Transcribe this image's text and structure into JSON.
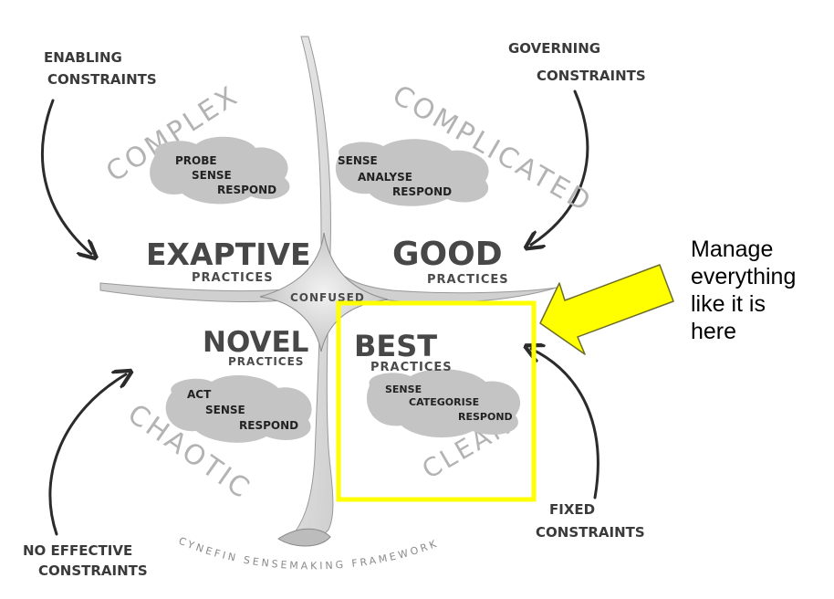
{
  "constraints": {
    "enabling": [
      "ENABLING",
      "CONSTRAINTS"
    ],
    "governing": [
      "GOVERNING",
      "CONSTRAINTS"
    ],
    "no_effective": [
      "NO EFFECTIVE",
      "CONSTRAINTS"
    ],
    "fixed": [
      "FIXED",
      "CONSTRAINTS"
    ]
  },
  "domains": {
    "complex": {
      "name": "COMPLEX",
      "steps": [
        "PROBE",
        "SENSE",
        "RESPOND"
      ],
      "practice": "EXAPTIVE",
      "practice_sub": "PRACTICES"
    },
    "complicated": {
      "name": "COMPLICATED",
      "steps": [
        "SENSE",
        "ANALYSE",
        "RESPOND"
      ],
      "practice": "GOOD",
      "practice_sub": "PRACTICES"
    },
    "chaotic": {
      "name": "CHAOTIC",
      "steps": [
        "ACT",
        "SENSE",
        "RESPOND"
      ],
      "practice": "NOVEL",
      "practice_sub": "PRACTICES"
    },
    "clear": {
      "name": "CLEAR",
      "steps": [
        "SENSE",
        "CATEGORISE",
        "RESPOND"
      ],
      "practice": "BEST",
      "practice_sub": "PRACTICES"
    }
  },
  "center_label": "CONFUSED",
  "framework_title": "CYNEFIN SENSEMAKING FRAMEWORK",
  "annotation": [
    "Manage",
    "everything",
    "like it is",
    "here"
  ],
  "colors": {
    "highlight": "#ffff00",
    "arrow_fill": "#ffff00",
    "arrow_stroke": "#6b6b2a",
    "cloud": "#c4c4c4",
    "divider": "#d8d8d8"
  }
}
